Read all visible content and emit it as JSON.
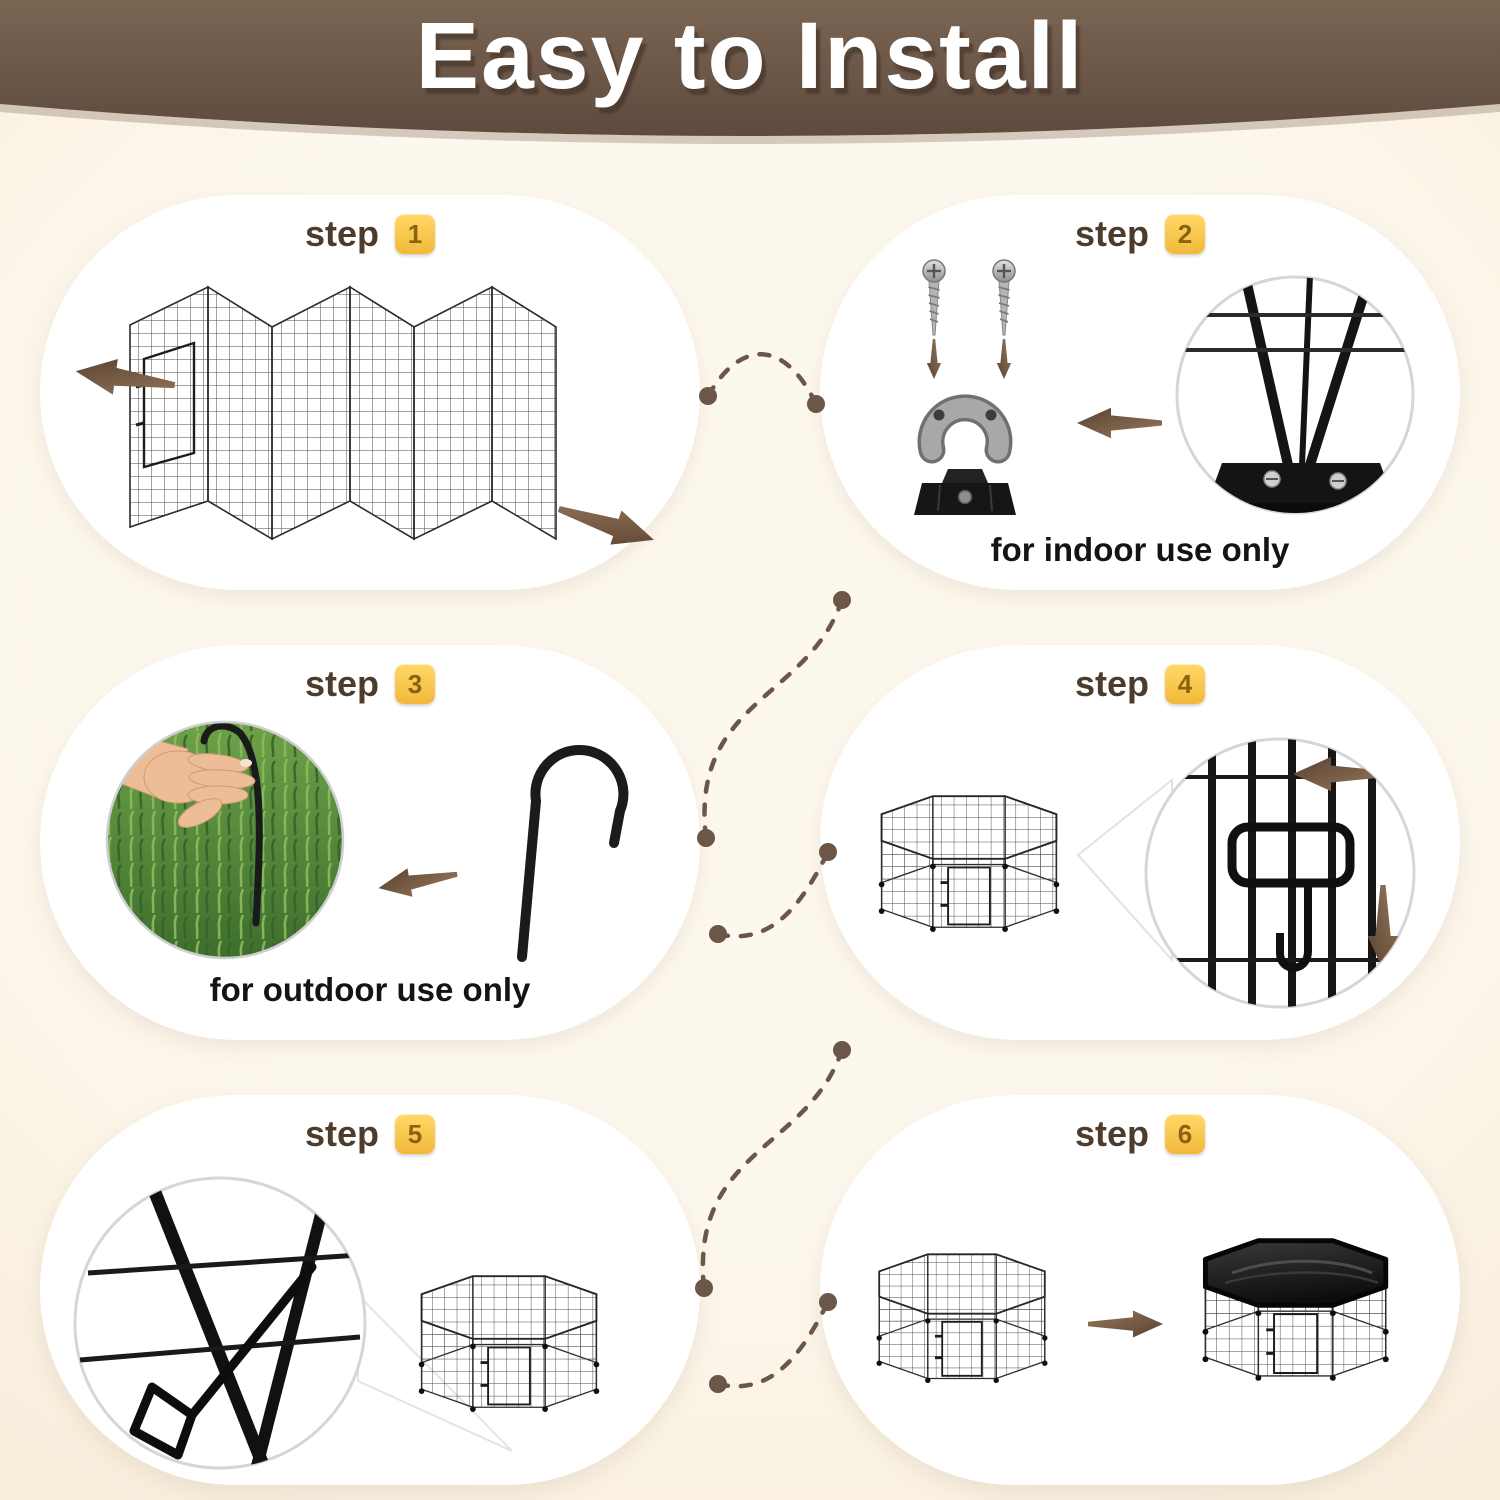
{
  "header": {
    "title": "Easy to Install"
  },
  "steps": [
    {
      "label": "step",
      "num": "1"
    },
    {
      "label": "step",
      "num": "2",
      "caption": "for indoor use only"
    },
    {
      "label": "step",
      "num": "3",
      "caption": "for outdoor use only"
    },
    {
      "label": "step",
      "num": "4"
    },
    {
      "label": "step",
      "num": "5"
    },
    {
      "label": "step",
      "num": "6"
    }
  ],
  "colors": {
    "banner_brown": "#6a5648",
    "badge_yellow": "#f5c243",
    "step_text_brown": "#4d3b2b",
    "connector_brown": "#6b5648",
    "background_cream": "#f7ebd8",
    "card_white": "#ffffff",
    "cover_black": "#1a1a1a",
    "grass_green": "#4f8a38"
  }
}
